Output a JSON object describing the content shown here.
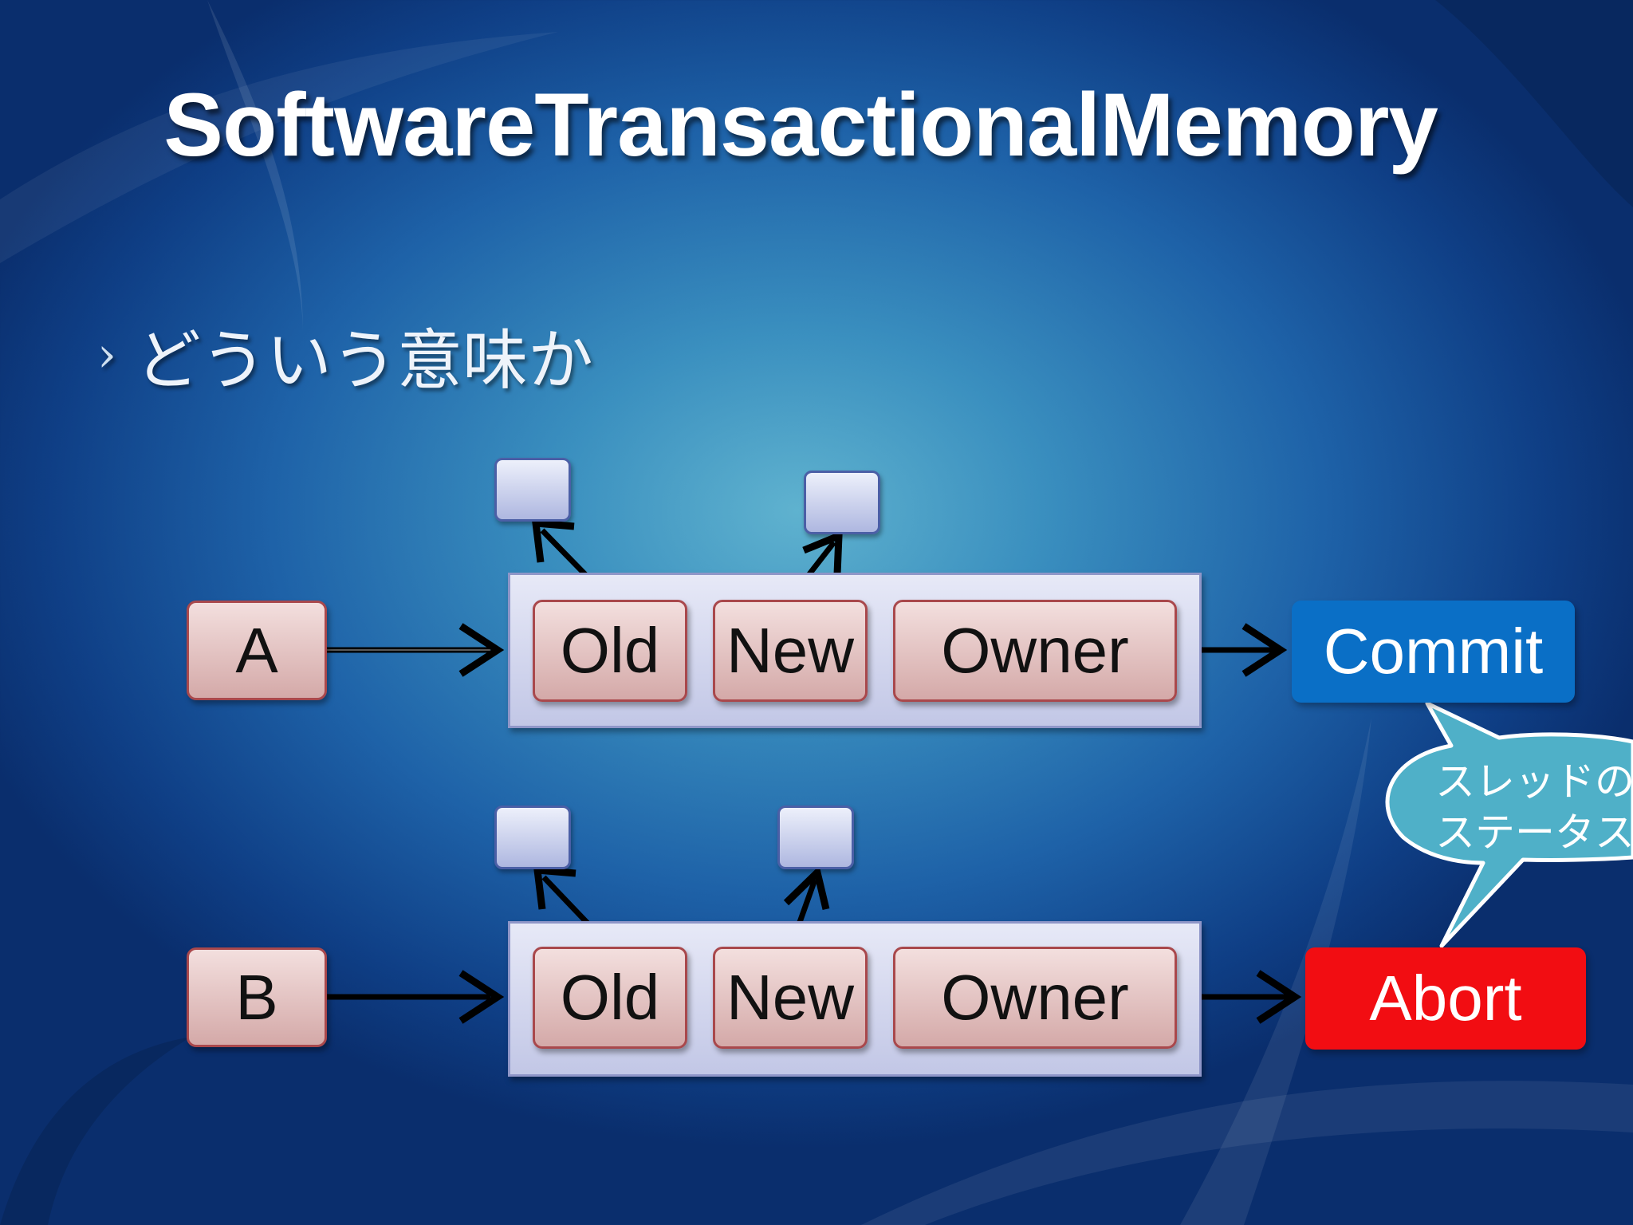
{
  "title": "SoftwareTransactionalMemory",
  "bullet": "どういう意味か",
  "row_a": {
    "thread": "A",
    "old": "Old",
    "new": "New",
    "owner": "Owner",
    "status": "Commit"
  },
  "row_b": {
    "thread": "B",
    "old": "Old",
    "new": "New",
    "owner": "Owner",
    "status": "Abort"
  },
  "callout": {
    "line1": "スレッドの",
    "line2": "ステータス"
  },
  "colors": {
    "commit": "#0a6fc6",
    "abort": "#f20d12"
  }
}
